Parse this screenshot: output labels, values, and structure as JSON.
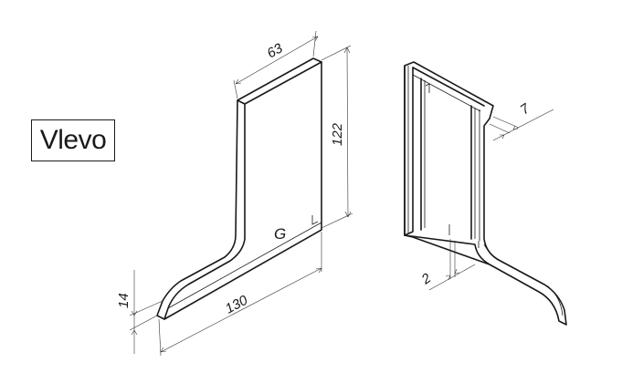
{
  "label": "Vlevo",
  "dimensions": {
    "width_top": "63",
    "height": "122",
    "base_length": "130",
    "base_height": "14",
    "groove_width": "7",
    "wall_thickness": "2"
  },
  "logo_mark": "G"
}
